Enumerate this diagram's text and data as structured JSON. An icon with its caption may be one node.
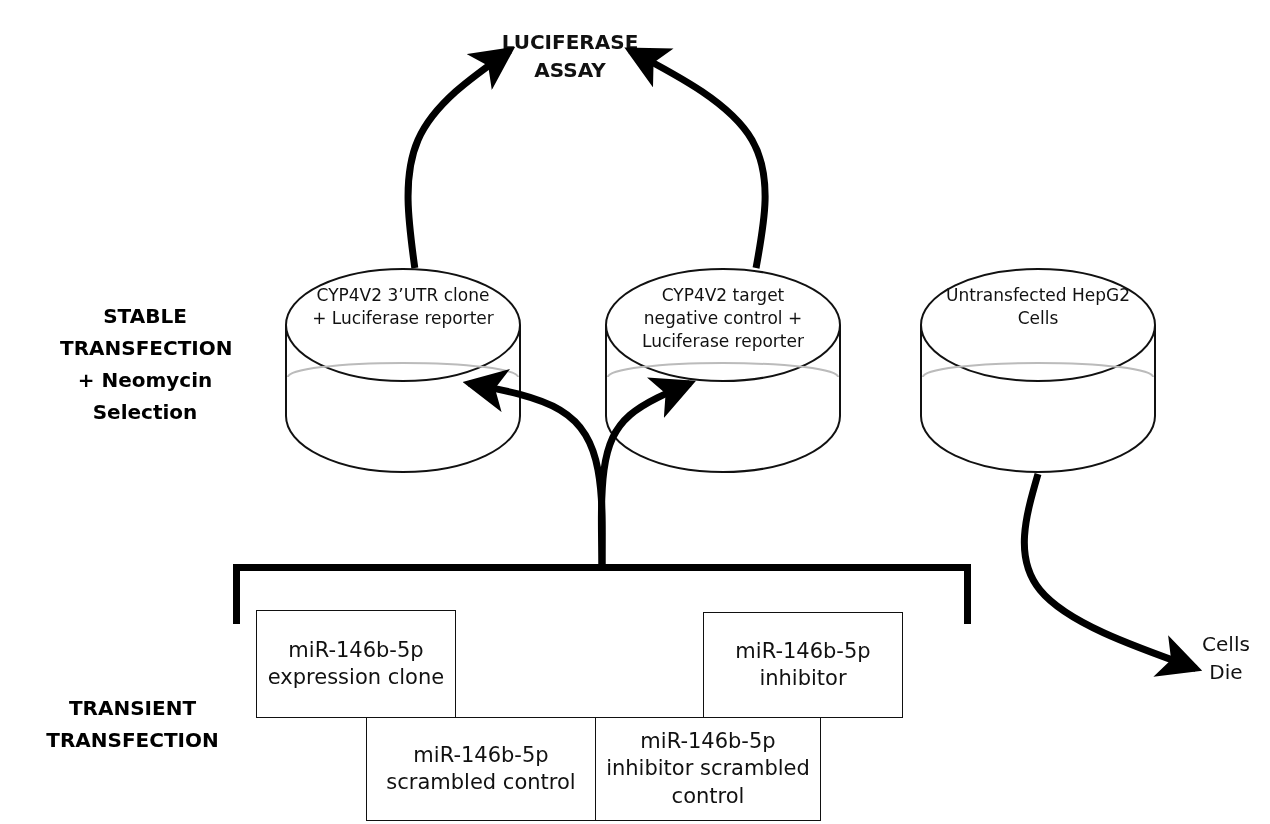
{
  "diagram": {
    "nodes": [
      {
        "text": [
          "LUCIFERASE ASSAY"
        ]
      },
      {
        "text": [
          "CYP4V2 3’UTR clone + Luciferase reporter"
        ]
      },
      {
        "text": [
          "CYP4V2 target negative control + Luciferase reporter"
        ]
      },
      {
        "text": [
          "Untransfected HepG2 Cells"
        ]
      },
      {
        "text": [
          "Cells Die"
        ]
      },
      {
        "text": [],
        "shape": "bar"
      },
      {
        "text": [
          "miR-146b-5p expression clone"
        ]
      },
      {
        "text": [
          "miR-146b-5p inhibitor"
        ]
      },
      {
        "text": [
          "miR-146b-5p scrambled control"
        ]
      },
      {
        "text": [
          "miR-146b-5p inhibitor scrambled control"
        ]
      }
    ],
    "edges": [
      {
        "from": 1,
        "to": 0,
        "arrow": "to"
      },
      {
        "from": 2,
        "to": 0,
        "arrow": "to"
      },
      {
        "from": 5,
        "to": 1,
        "arrow": "to"
      },
      {
        "from": 5,
        "to": 2,
        "arrow": "to"
      },
      {
        "from": 3,
        "to": 4,
        "arrow": "to"
      }
    ],
    "labels": [
      "STABLE TRANSFECTION + Neomycin Selection",
      "TRANSIENT TRANSFECTION"
    ]
  }
}
